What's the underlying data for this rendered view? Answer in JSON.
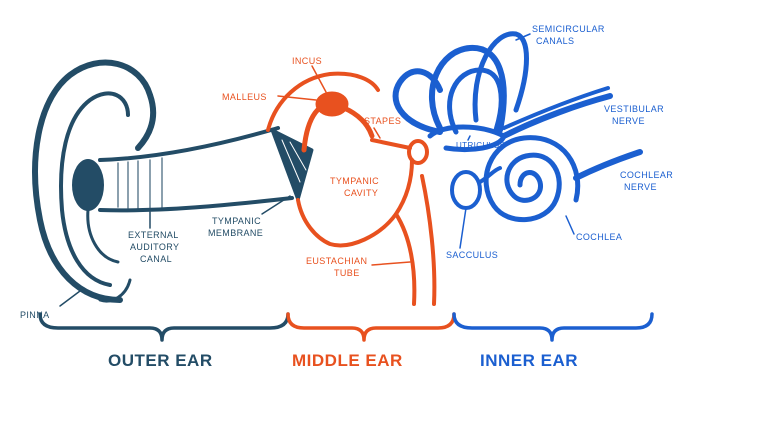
{
  "colors": {
    "outer": "#234c66",
    "middle": "#e8511f",
    "inner": "#1b5fd0"
  },
  "labels": {
    "pinna": "PINNA",
    "external_canal": [
      "EXTERNAL",
      "AUDITORY",
      "CANAL"
    ],
    "tympanic_membrane": [
      "TYMPANIC",
      "MEMBRANE"
    ],
    "malleus": "MALLEUS",
    "incus": "INCUS",
    "stapes": "STAPES",
    "tympanic_cavity": [
      "TYMPANIC",
      "CAVITY"
    ],
    "eustachian_tube": [
      "EUSTACHIAN",
      "TUBE"
    ],
    "semicircular_canals": [
      "SEMICIRCULAR",
      "CANALS"
    ],
    "vestibular_nerve": [
      "VESTIBULAR",
      "NERVE"
    ],
    "utriculus": "UTRICULUS",
    "cochlear_nerve": [
      "COCHLEAR",
      "NERVE"
    ],
    "cochlea": "COCHLEA",
    "sacculus": "SACCULUS"
  },
  "sections": {
    "outer": "OUTER EAR",
    "middle": "MIDDLE EAR",
    "inner": "INNER EAR"
  }
}
